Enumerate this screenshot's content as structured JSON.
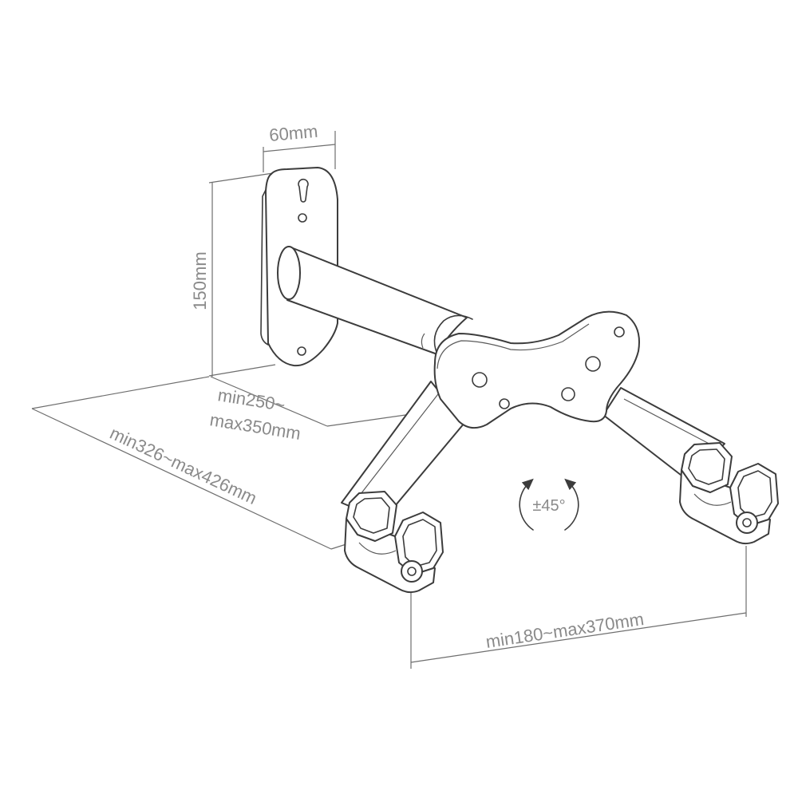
{
  "dimensions": {
    "mount_width": "60mm",
    "plate_height": "150mm",
    "arm_reach_min": "min250~",
    "arm_reach_max": "max350mm",
    "total_reach": "min326~max426mm",
    "rotation": "±45°",
    "cradle_spacing": "min180~max370mm"
  },
  "colors": {
    "line": "#3c3c3c",
    "dimension_text": "#8a8a8a",
    "background": "#ffffff"
  }
}
